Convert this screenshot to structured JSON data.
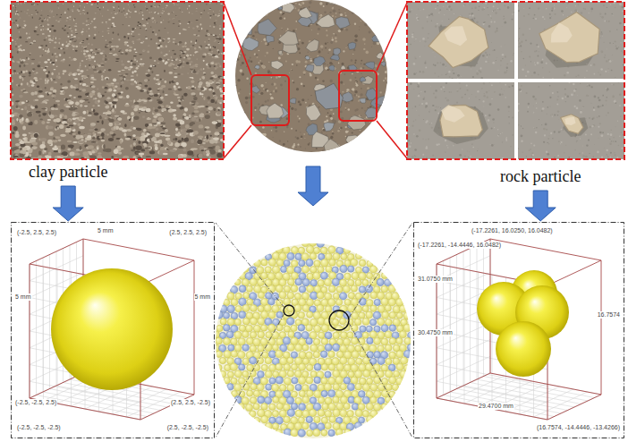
{
  "diagram": {
    "nodes": [
      {
        "text": [
          "clay particle"
        ]
      },
      {
        "text": [
          "rock particle"
        ]
      },
      {
        "text": [
          "(-2.5, 2.5, 2.5)",
          "5 mm",
          "(2.5, 2.5, 2.5)",
          "5 mm",
          "5 mm",
          "(-2.5, -2.5, 2.5)",
          "(2.5, 2.5, -2.5)",
          "(-2.5, -2.5, -2.5)",
          "(2.5, -2.5, -2.5)"
        ]
      },
      {
        "text": [
          "(-17.2261, 16.0250, 16.0482)",
          "(-17.2261, -14.4446, 16.0482)",
          "31.0750 mm",
          "30.4750 mm",
          "16.7574",
          "29.4700 mm",
          "(16.7574, -14.4446, -13.4266)"
        ]
      }
    ],
    "edges": [
      {
        "from": 0,
        "to": 2,
        "arrow": "to"
      },
      {
        "from": 1,
        "to": 3,
        "arrow": "to"
      }
    ]
  }
}
